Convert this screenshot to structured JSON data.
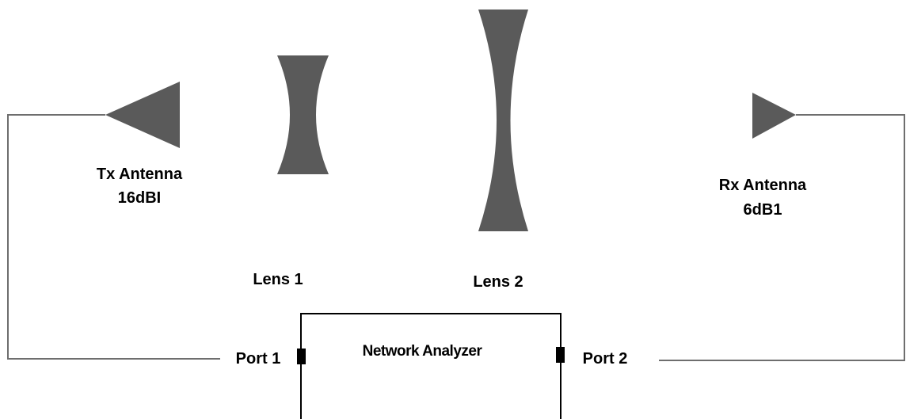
{
  "diagram": {
    "tx_antenna": {
      "name": "Tx Antenna",
      "gain": "16dBI"
    },
    "rx_antenna": {
      "name": "Rx Antenna",
      "gain": "6dB1"
    },
    "lens1": {
      "label": "Lens 1"
    },
    "lens2": {
      "label": "Lens 2"
    },
    "network_analyzer": {
      "label": "Network Analyzer",
      "port1": "Port 1",
      "port2": "Port 2"
    }
  },
  "colors": {
    "component_fill": "#5a5a5a",
    "wire": "#6e6e6e",
    "box_outline": "#000000",
    "port_fill": "#000000"
  }
}
